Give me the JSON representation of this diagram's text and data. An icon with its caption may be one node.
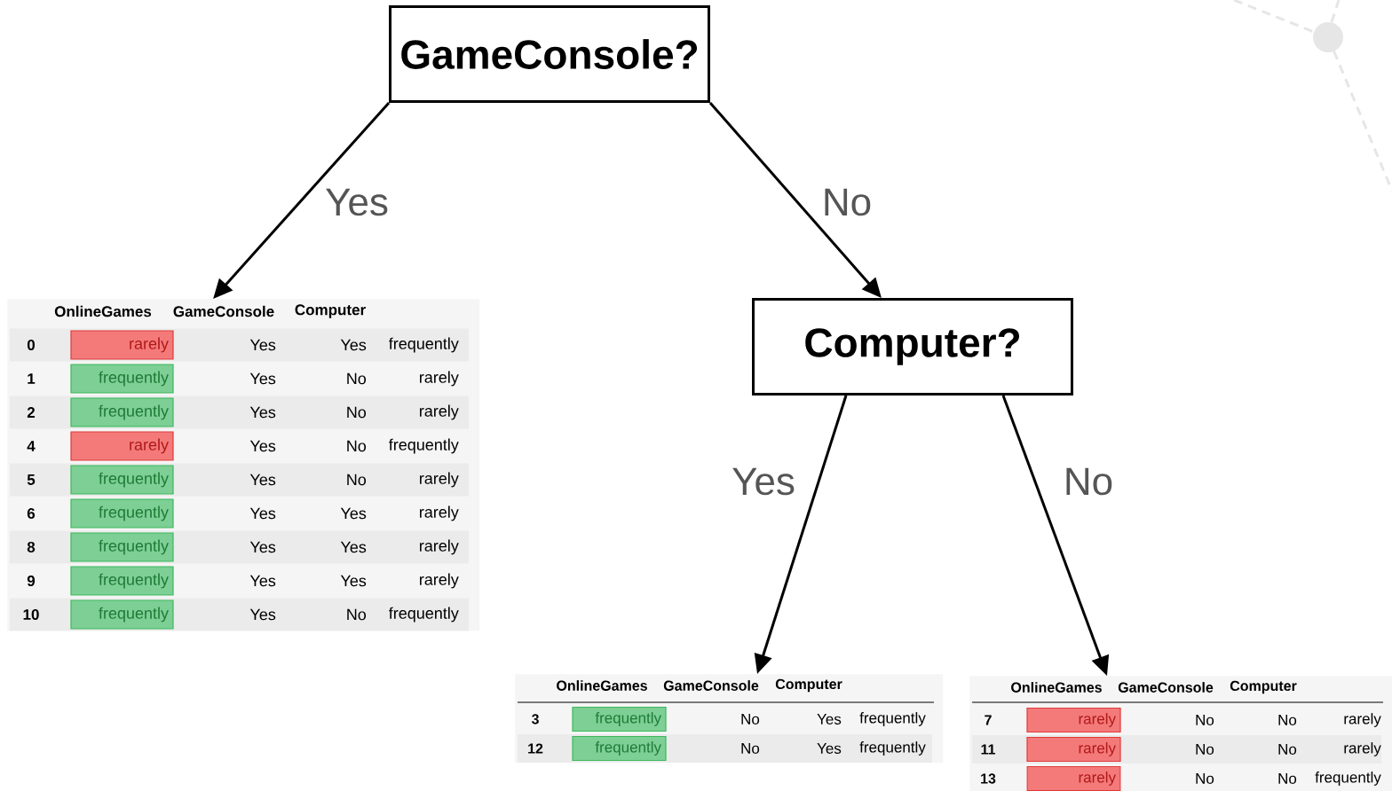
{
  "diagram": {
    "nodes": [
      {
        "text": [
          "GameConsole?"
        ]
      },
      {
        "text": [
          "OnlineGames",
          "GameConsole",
          "Computer",
          "0",
          "rarely",
          "Yes",
          "Yes",
          "frequently",
          "1",
          "frequently",
          "Yes",
          "No",
          "rarely",
          "2",
          "frequently",
          "Yes",
          "No",
          "rarely",
          "4",
          "rarely",
          "Yes",
          "No",
          "frequently",
          "5",
          "frequently",
          "Yes",
          "No",
          "rarely",
          "6",
          "frequently",
          "Yes",
          "Yes",
          "rarely",
          "8",
          "frequently",
          "Yes",
          "Yes",
          "rarely",
          "9",
          "frequently",
          "Yes",
          "Yes",
          "rarely",
          "10",
          "frequently",
          "Yes",
          "No",
          "frequently"
        ]
      },
      {
        "text": [
          "Computer?"
        ]
      },
      {
        "text": [
          "OnlineGames",
          "GameConsole",
          "Computer",
          "3",
          "frequently",
          "No",
          "Yes",
          "frequently",
          "12",
          "frequently",
          "No",
          "Yes",
          "frequently"
        ]
      },
      {
        "text": [
          "OnlineGames",
          "GameConsole",
          "Computer",
          "7",
          "rarely",
          "No",
          "No",
          "rarely",
          "11",
          "rarely",
          "No",
          "No",
          "rarely",
          "13",
          "rarely",
          "No",
          "No",
          "frequently"
        ]
      }
    ],
    "edges": [
      {
        "from": 0,
        "to": 1,
        "arrow": "to",
        "label": "Yes"
      },
      {
        "from": 0,
        "to": 2,
        "arrow": "to",
        "label": "No"
      },
      {
        "from": 2,
        "to": 3,
        "arrow": "to",
        "label": "Yes"
      },
      {
        "from": 2,
        "to": 4,
        "arrow": "to",
        "label": "No"
      }
    ]
  }
}
